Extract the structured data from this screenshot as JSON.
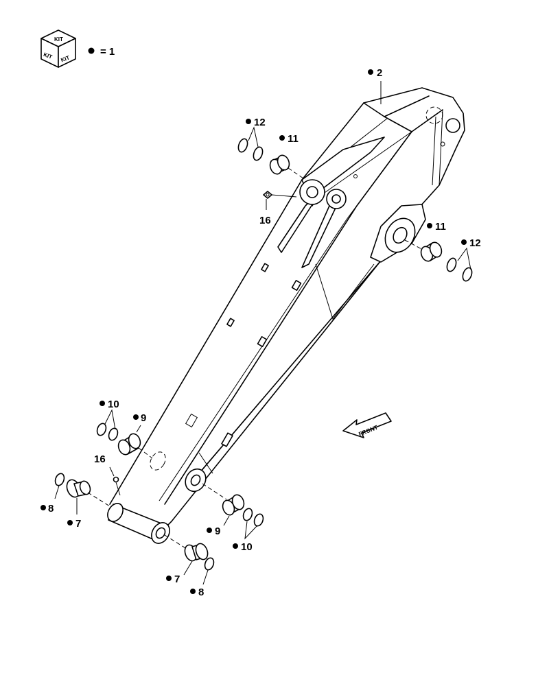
{
  "legend": {
    "kit_top": "KIT",
    "kit_left": "KIT",
    "kit_right": "KIT",
    "equals": "= 1"
  },
  "arrow_label": "FRONT",
  "callouts": {
    "c2": "2",
    "c12a": "12",
    "c11a": "11",
    "c16a": "16",
    "c11b": "11",
    "c12b": "12",
    "c10a": "10",
    "c9a": "9",
    "c16b": "16",
    "c8a": "8",
    "c7a": "7",
    "c9b": "9",
    "c10b": "10",
    "c7b": "7",
    "c8b": "8"
  }
}
